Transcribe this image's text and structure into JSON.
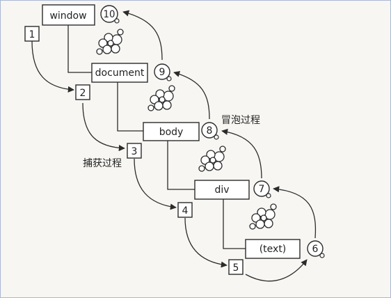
{
  "nodes": {
    "window": "window",
    "document": "document",
    "body": "body",
    "div": "div",
    "text": "(text)"
  },
  "capture": {
    "label": "捕获过程",
    "steps": [
      "1",
      "2",
      "3",
      "4",
      "5"
    ]
  },
  "bubble": {
    "label": "冒泡过程",
    "steps": [
      "6",
      "7",
      "8",
      "9",
      "10"
    ]
  },
  "colors": {
    "line": "#2b2b2b",
    "background": "#f7f6f2",
    "frame": "#a9b8d4"
  },
  "icon": "molecule-cluster-icon"
}
